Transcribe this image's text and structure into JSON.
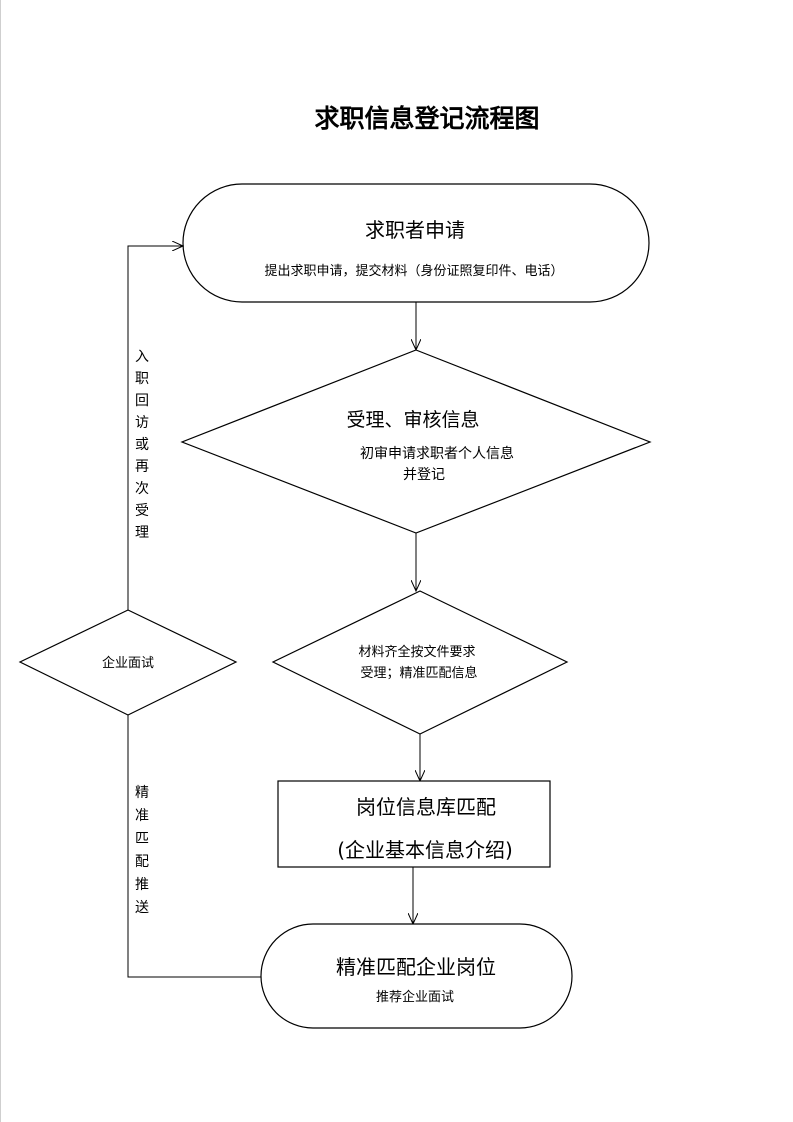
{
  "title": "求职信息登记流程图",
  "nodes": {
    "apply": {
      "title": "求职者申请",
      "subtitle": "提出求职申请，提交材料（身份证照复印件、电话）"
    },
    "review": {
      "title": "受理、审核信息",
      "line1": "初审申请求职者个人信息",
      "line2": "并登记"
    },
    "materials": {
      "line1": "材料齐全按文件要求",
      "line2": "受理；精准匹配信息"
    },
    "jobdb": {
      "line1": "岗位信息库匹配",
      "line2": "(企业基本信息介绍)"
    },
    "match": {
      "title": "精准匹配企业岗位",
      "subtitle": "推荐企业面试"
    },
    "interview": {
      "label": "企业面试"
    }
  },
  "side_labels": {
    "return_visit": [
      "入",
      "职",
      "回",
      "访",
      "或",
      "再",
      "次",
      "受",
      "理"
    ],
    "precise_push": [
      "精",
      "准",
      "匹",
      "配",
      "推",
      "送"
    ]
  }
}
